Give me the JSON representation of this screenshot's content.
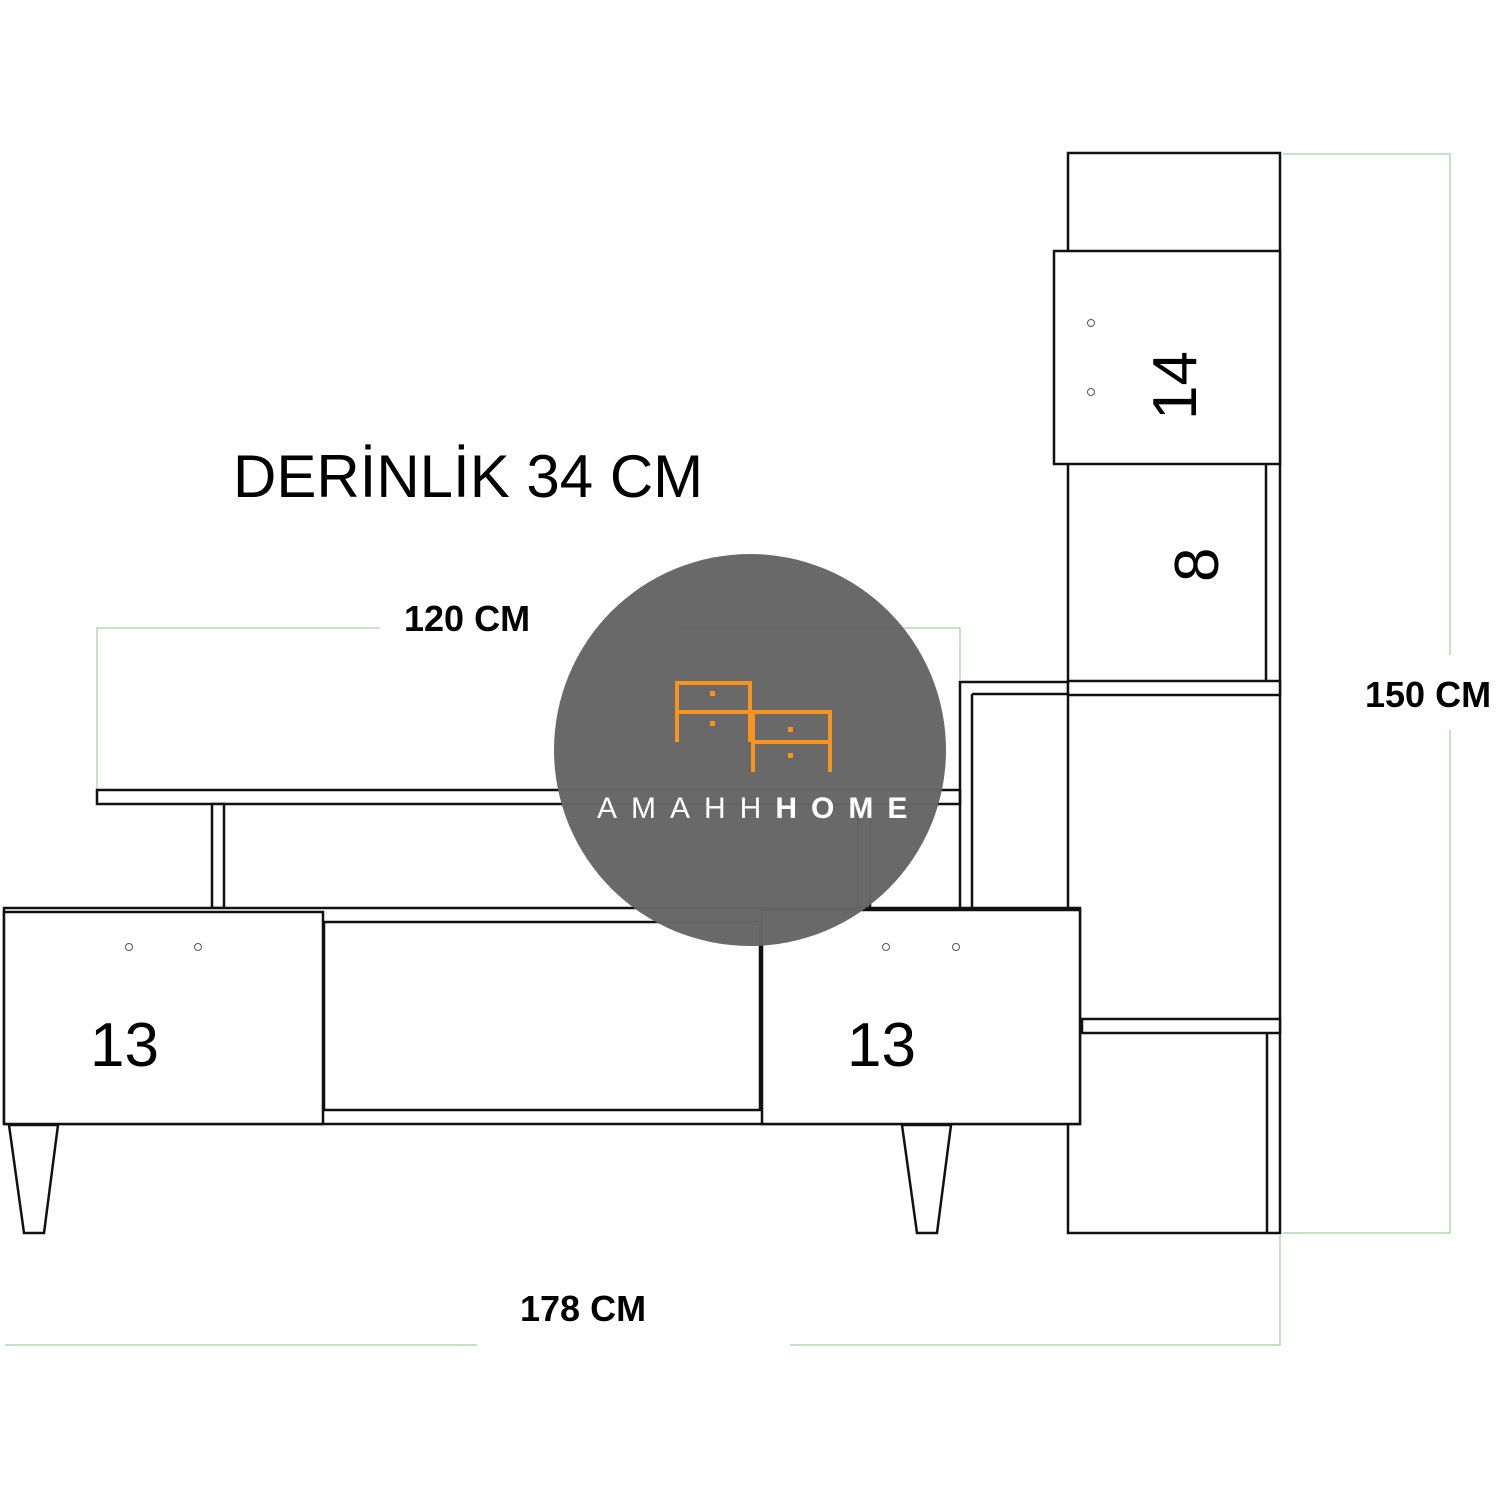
{
  "title": "DERİNLİK 34 CM",
  "dimensions": {
    "top_width": "120 CM",
    "total_width": "178 CM",
    "total_height": "150 CM"
  },
  "compartments": {
    "left_drawer": "13",
    "right_drawer": "13",
    "tower_upper": "14",
    "tower_middle": "8"
  },
  "watermark": {
    "brand_light": "AMAHH",
    "brand_bold": "HOME",
    "logo_color": "#f7941d",
    "circle_color": "#666666"
  }
}
